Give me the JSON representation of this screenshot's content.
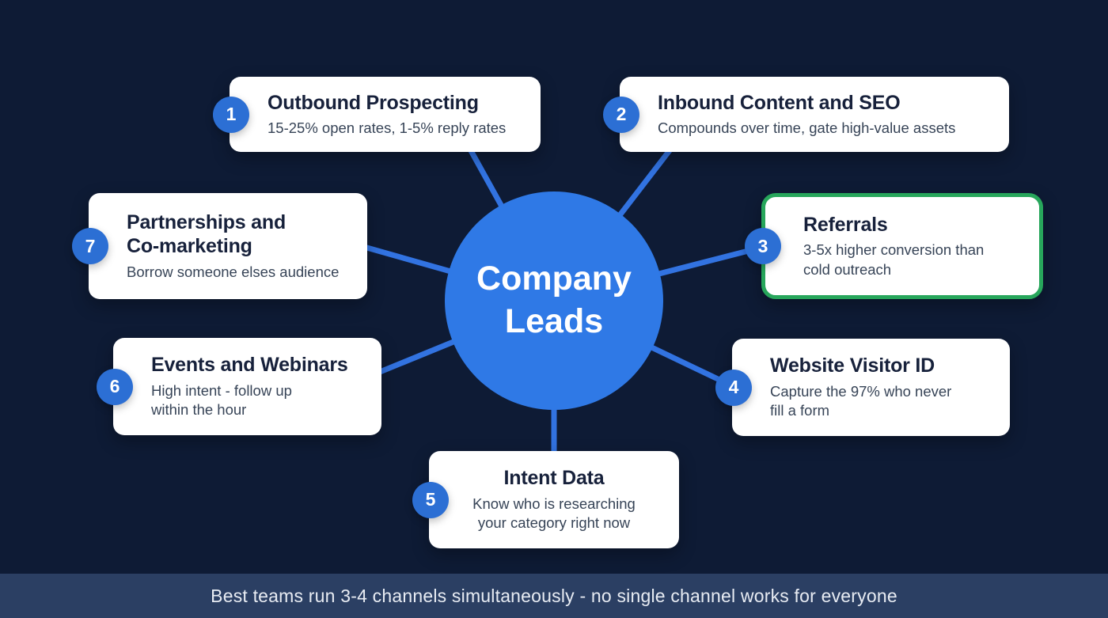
{
  "center": {
    "label": "Company Leads"
  },
  "channels": [
    {
      "number": "1",
      "title": "Outbound Prospecting",
      "subtitle": "15-25% open rates, 1-5% reply rates"
    },
    {
      "number": "2",
      "title": "Inbound Content and SEO",
      "subtitle": "Compounds over time, gate high-value assets"
    },
    {
      "number": "3",
      "title": "Referrals",
      "subtitle": "3-5x higher conversion than cold outreach",
      "highlighted": true
    },
    {
      "number": "4",
      "title": "Website Visitor ID",
      "subtitle": "Capture the 97% who never fill a form"
    },
    {
      "number": "5",
      "title": "Intent Data",
      "subtitle": "Know who is researching your category right now"
    },
    {
      "number": "6",
      "title": "Events and Webinars",
      "subtitle": "High intent - follow up within the hour"
    },
    {
      "number": "7",
      "title": "Partnerships and Co-marketing",
      "subtitle": "Borrow someone elses audience"
    }
  ],
  "footer": {
    "text": "Best teams run 3-4 channels simultaneously - no single channel works for everyone"
  },
  "colors": {
    "background": "#0e1b35",
    "card_background": "#ffffff",
    "badge_blue": "#2c6fd4",
    "center_node_blue": "#2f79e6",
    "connector_blue": "#3273e1",
    "highlight_green": "#27a65b",
    "footer_bar": "#2b3f63",
    "title_text": "#17213b",
    "subtitle_text": "#374457",
    "footer_text": "#e8ecf3"
  }
}
